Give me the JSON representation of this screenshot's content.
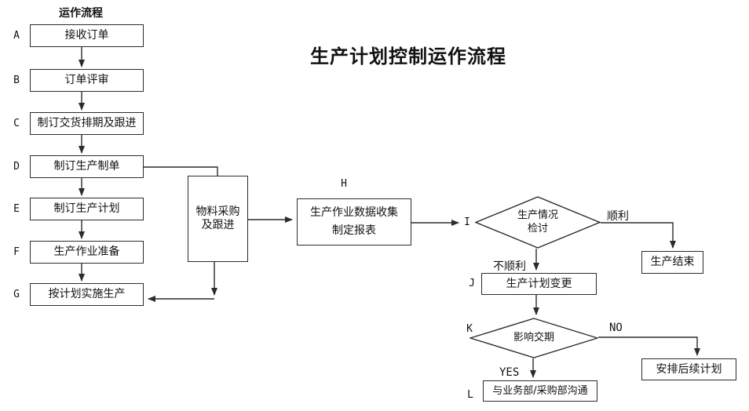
{
  "title": "生产计划控制运作流程",
  "column_title": "运作流程",
  "steps": [
    {
      "id": "A",
      "label": "接收订单"
    },
    {
      "id": "B",
      "label": "订单评审"
    },
    {
      "id": "C",
      "label": "制订交货排期及跟进"
    },
    {
      "id": "D",
      "label": "制订生产制单"
    },
    {
      "id": "E",
      "label": "制订生产计划"
    },
    {
      "id": "F",
      "label": "生产作业准备"
    },
    {
      "id": "G",
      "label": "按计划实施生产"
    }
  ],
  "material": {
    "line1": "物料采购",
    "line2": "及跟进"
  },
  "h_node": {
    "id": "H",
    "line1": "生产作业数据收集",
    "line2": "制定报表"
  },
  "i_node": {
    "id": "I",
    "line1": "生产情况",
    "line2": "检讨"
  },
  "j_node": {
    "id": "J",
    "label": "生产计划变更"
  },
  "k_node": {
    "id": "K",
    "label": "影响交期"
  },
  "l_node": {
    "id": "L",
    "label": "与业务部/采购部沟通"
  },
  "end_node": {
    "label": "生产结束"
  },
  "followup_node": {
    "label": "安排后续计划"
  },
  "edge_labels": {
    "smooth": "顺利",
    "not_smooth": "不顺利",
    "yes": "YES",
    "no": "NO"
  },
  "colors": {
    "line": "#2b2b2b",
    "background": "#ffffff",
    "text": "#111111"
  }
}
